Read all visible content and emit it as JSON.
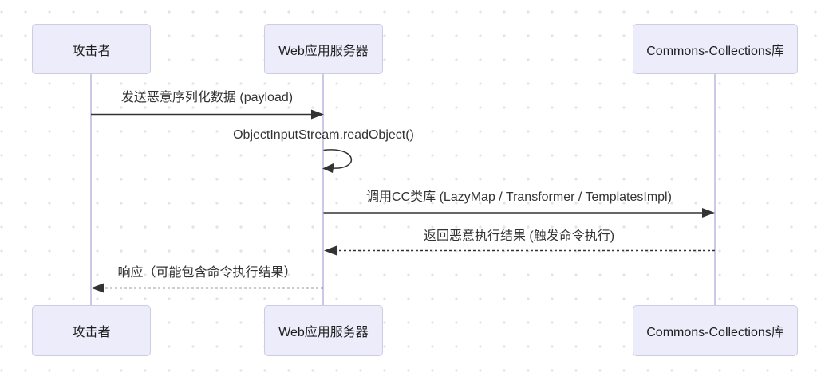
{
  "diagram": {
    "type": "sequence-diagram",
    "actors": [
      {
        "id": "attacker",
        "label": "攻击者"
      },
      {
        "id": "webserver",
        "label": "Web应用服务器"
      },
      {
        "id": "cclib",
        "label": "Commons-Collections库"
      }
    ],
    "messages": [
      {
        "from": "attacker",
        "to": "webserver",
        "style": "solid",
        "text": "发送恶意序列化数据 (payload)"
      },
      {
        "from": "webserver",
        "to": "webserver",
        "style": "self",
        "text": "ObjectInputStream.readObject()"
      },
      {
        "from": "webserver",
        "to": "cclib",
        "style": "solid",
        "text": "调用CC类库 (LazyMap / Transformer / TemplatesImpl)"
      },
      {
        "from": "cclib",
        "to": "webserver",
        "style": "dashed",
        "text": "返回恶意执行结果 (触发命令执行)"
      },
      {
        "from": "webserver",
        "to": "attacker",
        "style": "dashed",
        "text": "响应（可能包含命令执行结果）"
      }
    ],
    "colors": {
      "actor_fill": "#ECECFB",
      "actor_border": "#CCCCE3",
      "lifeline": "#CBC9E6",
      "arrow": "#333333",
      "text": "#333333",
      "background_dot": "#E3E3E3"
    }
  }
}
